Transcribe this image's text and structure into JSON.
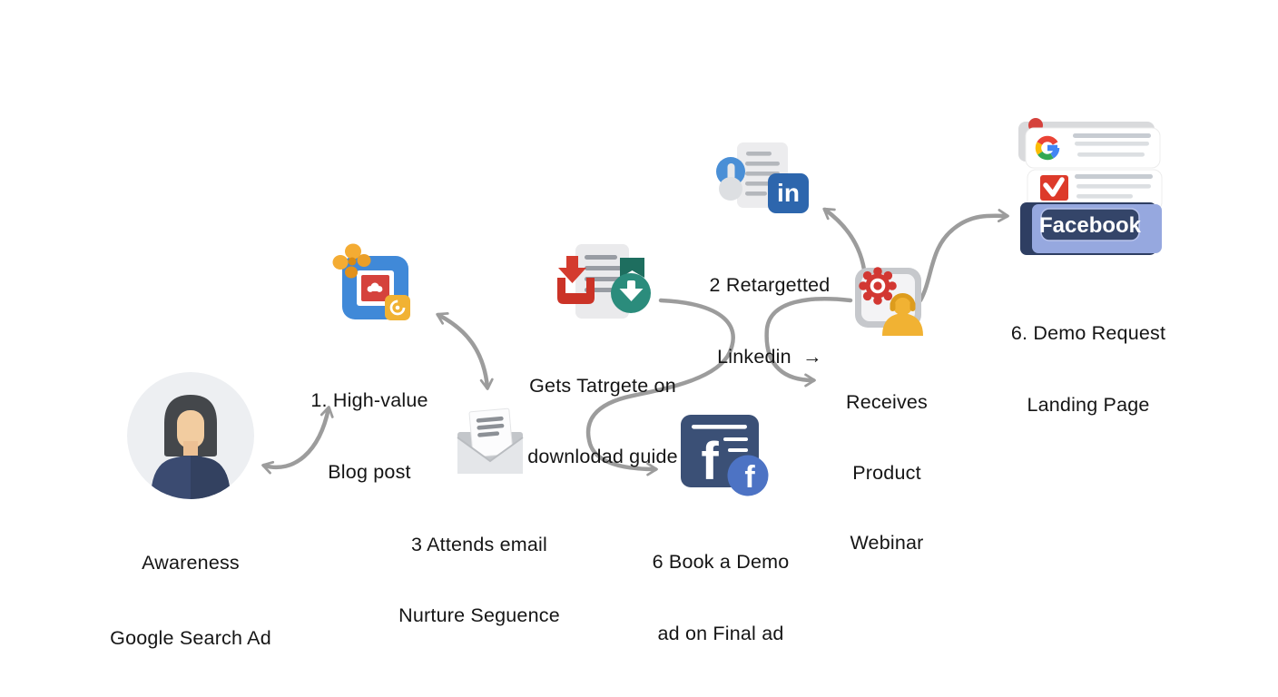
{
  "canvas": {
    "bg": "#ffffff",
    "arrow_color": "#9c9c9c",
    "text_color": "#151515"
  },
  "nodes": [
    {
      "id": "awareness",
      "icon": "person-avatar",
      "label_lines": [
        "Awareness",
        "Google Search Ad"
      ]
    },
    {
      "id": "blog-post",
      "icon": "blog-ad",
      "label_lines": [
        "1. High-value",
        "Blog post"
      ]
    },
    {
      "id": "email-nurture",
      "icon": "open-envelope",
      "label_lines": [
        "3 Attends email",
        "Nurture Seguence"
      ]
    },
    {
      "id": "download-guide",
      "icon": "document-download",
      "label_lines": [
        "Gets Tatrgete on",
        "downlodad guide"
      ]
    },
    {
      "id": "facebook-demo-ad",
      "icon": "facebook-ad",
      "label_lines": [
        "6 Book a Demo",
        "ad on Final ad"
      ],
      "main_glyph": "f",
      "badge_glyph": "f"
    },
    {
      "id": "product-webinar",
      "icon": "webinar-presenter",
      "label_lines": [
        "Receives",
        "Product",
        "Webinar"
      ]
    },
    {
      "id": "linkedin-retarget",
      "icon": "linkedin-profile",
      "label_lines": [
        "2 Retargetted",
        "Linkedin  →"
      ],
      "badge_glyph": "in"
    },
    {
      "id": "landing-page",
      "icon": "landing-page-stack",
      "label_lines": [
        "6. Demo Request",
        "Landing Page"
      ],
      "logo_glyph": "G",
      "button_label": "Facebook"
    }
  ],
  "connections": [
    {
      "from": "awareness",
      "to": "blog-post",
      "style": "double-headed"
    },
    {
      "from": "blog-post",
      "to": "email-nurture",
      "style": "double-headed"
    },
    {
      "from": "download-guide",
      "to": "facebook-demo-ad",
      "style": "single"
    },
    {
      "from": "product-webinar",
      "to": "product-webinar-label",
      "style": "single"
    },
    {
      "from": "product-webinar",
      "to": "linkedin-retarget",
      "style": "single"
    },
    {
      "from": "product-webinar",
      "to": "landing-page",
      "style": "single"
    }
  ]
}
